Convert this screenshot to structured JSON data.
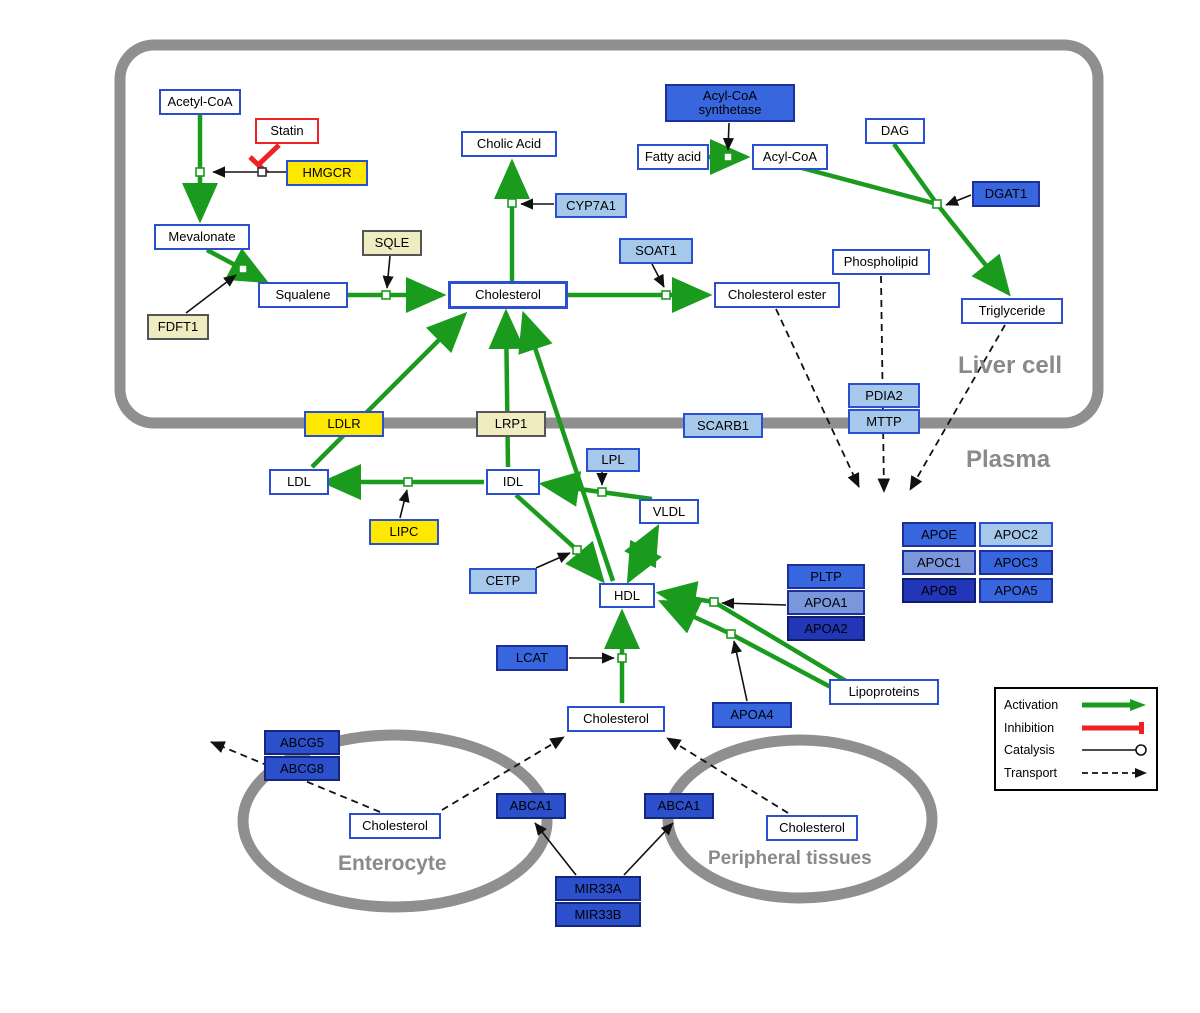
{
  "regions": {
    "liver": "Liver cell",
    "plasma": "Plasma",
    "enterocyte": "Enterocyte",
    "peripheral": "Peripheral tissues"
  },
  "nodes": {
    "acetyl_coa": "Acetyl-CoA",
    "statin": "Statin",
    "hmgcr": "HMGCR",
    "mevalonate": "Mevalonate",
    "sqle": "SQLE",
    "fdft1": "FDFT1",
    "squalene": "Squalene",
    "cholesterol_liver": "Cholesterol",
    "cholic_acid": "Cholic Acid",
    "cyp7a1": "CYP7A1",
    "soat1": "SOAT1",
    "cholesterol_ester": "Cholesterol ester",
    "acyl_coa_synthetase": "Acyl-CoA synthetase",
    "fatty_acid": "Fatty acid",
    "acyl_coa": "Acyl-CoA",
    "dag": "DAG",
    "dgat1": "DGAT1",
    "phospholipid": "Phospholipid",
    "triglyceride": "Triglyceride",
    "ldlr": "LDLR",
    "lrp1": "LRP1",
    "scarb1": "SCARB1",
    "pdia2": "PDIA2",
    "mttp": "MTTP",
    "ldl": "LDL",
    "idl": "IDL",
    "lpl": "LPL",
    "vldl": "VLDL",
    "lipc": "LIPC",
    "cetp": "CETP",
    "hdl": "HDL",
    "pltp": "PLTP",
    "apoa1": "APOA1",
    "apoa2": "APOA2",
    "lcat": "LCAT",
    "apoa4": "APOA4",
    "lipoproteins": "Lipoproteins",
    "cholesterol_plasma": "Cholesterol",
    "apoe": "APOE",
    "apoc2": "APOC2",
    "apoc1": "APOC1",
    "apoc3": "APOC3",
    "apob": "APOB",
    "apoa5": "APOA5",
    "abcg5": "ABCG5",
    "abcg8": "ABCG8",
    "cholesterol_enterocyte": "Cholesterol",
    "abca1_center": "ABCA1",
    "abca1_peripheral": "ABCA1",
    "cholesterol_peripheral": "Cholesterol",
    "mir33a": "MIR33A",
    "mir33b": "MIR33B"
  },
  "legend": {
    "activation": "Activation",
    "inhibition": "Inhibition",
    "catalysis": "Catalysis",
    "transport": "Transport"
  },
  "colors": {
    "activation_green": "#1b9b1e",
    "inhibition_red": "#ee2222",
    "membrane_gray": "#8f8f8f",
    "gene_blue": "#3866de",
    "gene_light_blue": "#a6c8ea",
    "gene_dark_blue": "#2236b8",
    "gene_yellow": "#ffe800",
    "gene_pale_yellow": "#eeecc0",
    "metabolite_border_blue": "#2a4fd0"
  }
}
